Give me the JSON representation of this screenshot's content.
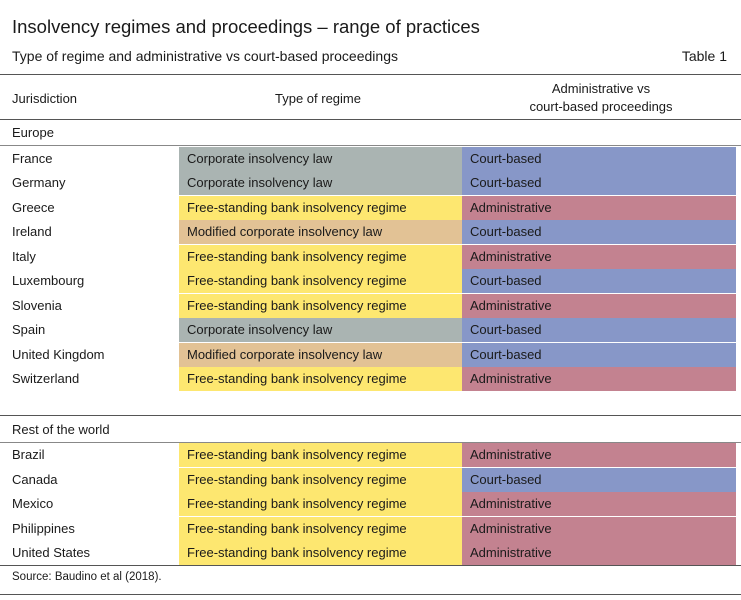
{
  "title": "Insolvency regimes and proceedings – range of practices",
  "subtitle": "Type of regime and administrative vs court-based proceedings",
  "table_label": "Table 1",
  "headers": {
    "jurisdiction": "Jurisdiction",
    "type": "Type of regime",
    "admin_line1": "Administrative vs",
    "admin_line2": "court-based proceedings"
  },
  "colors": {
    "corporate": "#aab4b2",
    "free_standing": "#fde770",
    "modified": "#e2c295",
    "court_based": "#8797c8",
    "administrative": "#c38290"
  },
  "sections": [
    {
      "label": "Europe",
      "rows": [
        {
          "jurisdiction": "France",
          "type": "Corporate insolvency law",
          "proceedings": "Court-based"
        },
        {
          "jurisdiction": "Germany",
          "type": "Corporate insolvency law",
          "proceedings": "Court-based"
        },
        {
          "jurisdiction": "Greece",
          "type": "Free-standing bank insolvency regime",
          "proceedings": "Administrative"
        },
        {
          "jurisdiction": "Ireland",
          "type": "Modified corporate insolvency law",
          "proceedings": "Court-based"
        },
        {
          "jurisdiction": "Italy",
          "type": "Free-standing bank insolvency regime",
          "proceedings": "Administrative"
        },
        {
          "jurisdiction": "Luxembourg",
          "type": "Free-standing bank insolvency regime",
          "proceedings": "Court-based"
        },
        {
          "jurisdiction": "Slovenia",
          "type": "Free-standing bank insolvency regime",
          "proceedings": "Administrative"
        },
        {
          "jurisdiction": "Spain",
          "type": "Corporate insolvency law",
          "proceedings": "Court-based"
        },
        {
          "jurisdiction": "United Kingdom",
          "type": "Modified corporate insolvency law",
          "proceedings": "Court-based"
        },
        {
          "jurisdiction": "Switzerland",
          "type": "Free-standing bank insolvency regime",
          "proceedings": "Administrative"
        }
      ]
    },
    {
      "label": "Rest of the world",
      "rows": [
        {
          "jurisdiction": "Brazil",
          "type": "Free-standing bank insolvency regime",
          "proceedings": "Administrative"
        },
        {
          "jurisdiction": "Canada",
          "type": "Free-standing bank insolvency regime",
          "proceedings": "Court-based"
        },
        {
          "jurisdiction": "Mexico",
          "type": "Free-standing bank insolvency regime",
          "proceedings": "Administrative"
        },
        {
          "jurisdiction": "Philippines",
          "type": "Free-standing bank insolvency regime",
          "proceedings": "Administrative"
        },
        {
          "jurisdiction": "United States",
          "type": "Free-standing bank insolvency regime",
          "proceedings": "Administrative"
        }
      ]
    }
  ],
  "source": "Source: Baudino et al (2018)."
}
